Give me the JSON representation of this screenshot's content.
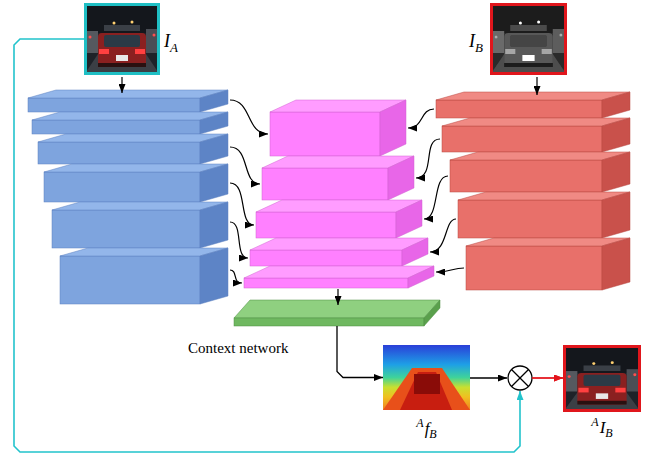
{
  "diagram": {
    "nodes": [
      {
        "text": [
          "I",
          "A"
        ]
      },
      {
        "text": [
          "I",
          "B"
        ]
      },
      {
        "text": [
          "Context network"
        ]
      },
      {
        "text": [
          "A",
          "f",
          "B"
        ]
      },
      {
        "text": [
          "A",
          "I",
          "B"
        ]
      }
    ],
    "edges": [
      {
        "from": 0,
        "to": 4,
        "arrow": "to"
      },
      {
        "from": 2,
        "to": 3,
        "arrow": "to"
      },
      {
        "from": 3,
        "to": 4,
        "arrow": "to"
      }
    ]
  }
}
